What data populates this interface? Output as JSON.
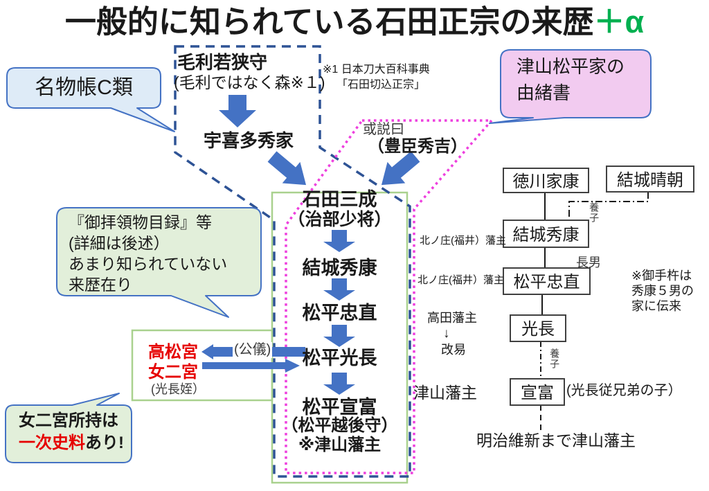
{
  "title": {
    "main": "一般的に知られている石田正宗の来歴",
    "suffix": "＋α"
  },
  "colors": {
    "accent_blue": "#4472c4",
    "navy_dash": "#2e5395",
    "magenta_dot": "#ee3fde",
    "green_border": "#a9d18e",
    "green_fill": "#e2efda",
    "blue_fill": "#deebf7",
    "pink_fill": "#f2cbf0",
    "red_text": "#e60000",
    "title_green": "#00b050"
  },
  "callouts": {
    "meibutsucho": "名物帳C類",
    "yuisho_line1": "津山松平家の",
    "yuisho_line2": "由緒書",
    "goharyo": "『御拝領物目録』等\n(詳細は後述）\nあまり知られていない\n来歴在り",
    "primary_line1": "女二宮所持は",
    "primary_red": "一次史料",
    "primary_suffix": "あり!"
  },
  "top_flow": {
    "mori_name": "毛利若狭守",
    "mori_note": "(毛利ではなく森※１)",
    "ukita": "宇喜多秀家",
    "aru_setsu": "或説曰",
    "hideyoshi": "（豊臣秀吉）",
    "footnote_line1": "※1 日本刀大百科事典",
    "footnote_line2": "「石田切込正宗」"
  },
  "main_chain": {
    "ishida": "石田三成",
    "ishida_sub": "（治部少将）",
    "hideyasu": "結城秀康",
    "tadanao": "松平忠直",
    "mitsunaga": "松平光長",
    "nobutomi": "松平宣富",
    "nobutomi_sub1": "（松平越後守）",
    "nobutomi_sub2": "※津山藩主"
  },
  "takamatsu": {
    "line1": "高松宮",
    "line2": "女二宮",
    "note": "(光長姪）",
    "kogi": "(公儀)"
  },
  "side_labels": {
    "kitanosho1": "北ノ庄(福井）藩主",
    "kitanosho2": "北ノ庄(福井）藩主",
    "takada": "高田藩主",
    "down_arrow": "↓",
    "kaieki": "改易",
    "tsuyama": "津山藩主"
  },
  "family_tree": {
    "ieyasu": "徳川家康",
    "harutomo": "結城晴朝",
    "hideyasu": "結城秀康",
    "tadanao": "松平忠直",
    "mitsunaga": "光長",
    "nobutomi": "宣富",
    "yoshi1": "養子",
    "choonan": "長男",
    "yoshi2": "養子",
    "nobutomi_note": "(光長従兄弟の子）",
    "otegine_note": "※御手杵は\n秀康５男の\n家に伝来",
    "meiji": "明治維新まで津山藩主"
  }
}
